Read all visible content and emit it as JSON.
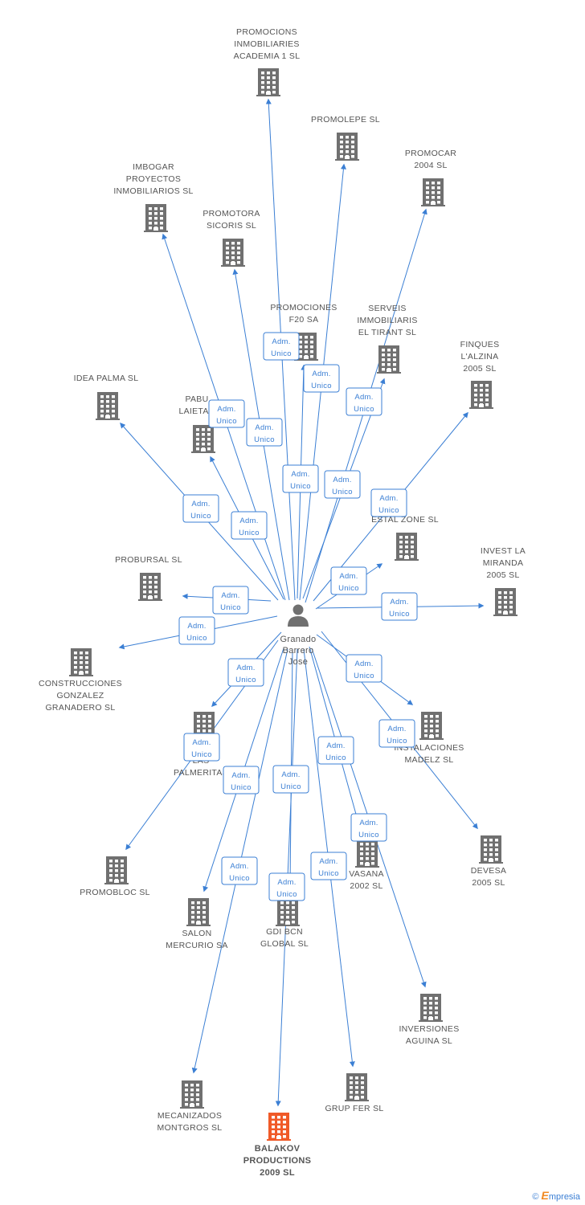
{
  "person": {
    "lines": [
      "Granado",
      "Barrero",
      "Jose"
    ]
  },
  "relation_label": [
    "Adm.",
    "Unico"
  ],
  "colors": {
    "line": "#3b7fd4",
    "building": "#707070",
    "highlight": "#f05a28",
    "text": "#555555"
  },
  "companies": [
    {
      "id": "academia",
      "lines": [
        "PROMOCIONS",
        "INMOBILIARIES",
        "ACADEMIA 1 SL"
      ]
    },
    {
      "id": "promolepe",
      "lines": [
        "PROMOLEPE SL"
      ]
    },
    {
      "id": "promocar",
      "lines": [
        "PROMOCAR",
        "2004 SL"
      ]
    },
    {
      "id": "imbogar",
      "lines": [
        "IMBOGAR",
        "PROYECTOS",
        "INMOBILIARIOS SL"
      ]
    },
    {
      "id": "sicoris",
      "lines": [
        "PROMOTORA",
        "SICORIS SL"
      ]
    },
    {
      "id": "f20",
      "lines": [
        "PROMOCIONES",
        "F20 SA"
      ]
    },
    {
      "id": "tirant",
      "lines": [
        "SERVEIS",
        "IMMOBILIARIS",
        "EL TIRANT SL"
      ]
    },
    {
      "id": "finques",
      "lines": [
        "FINQUES",
        "L'ALZINA",
        "2005 SL"
      ]
    },
    {
      "id": "ideapalma",
      "lines": [
        "IDEA PALMA SL"
      ]
    },
    {
      "id": "pabu",
      "lines": [
        "PABU",
        "LAIETAN"
      ]
    },
    {
      "id": "estal",
      "lines": [
        "ESTAL ZONE SL"
      ]
    },
    {
      "id": "probursal",
      "lines": [
        "PROBURSAL SL"
      ]
    },
    {
      "id": "invest",
      "lines": [
        "INVEST LA",
        "MIRANDA",
        "2005 SL"
      ]
    },
    {
      "id": "gonzalez",
      "lines": [
        "CONSTRUCCIONES",
        "GONZALEZ",
        "GRANADERO SL"
      ]
    },
    {
      "id": "palmeritas",
      "lines": [
        "C           E",
        "LAS",
        "PALMERITAS"
      ]
    },
    {
      "id": "madelz",
      "lines": [
        "INSTALACIONES",
        "MADELZ SL"
      ]
    },
    {
      "id": "devesa",
      "lines": [
        "DEVESA",
        "2005 SL"
      ]
    },
    {
      "id": "promobloc",
      "lines": [
        "PROMOBLOC SL"
      ]
    },
    {
      "id": "salon",
      "lines": [
        "SALON",
        "MERCURIO SA"
      ]
    },
    {
      "id": "gdibcn",
      "lines": [
        "GDI BCN",
        "GLOBAL SL"
      ]
    },
    {
      "id": "vasana",
      "lines": [
        "VASANA",
        "2002 SL"
      ]
    },
    {
      "id": "aguina",
      "lines": [
        "INVERSIONES",
        "AGUINA SL"
      ]
    },
    {
      "id": "montgros",
      "lines": [
        "MECANIZADOS",
        "MONTGROS SL"
      ]
    },
    {
      "id": "balakov",
      "lines": [
        "BALAKOV",
        "PRODUCTIONS",
        "2009 SL"
      ],
      "highlight": true
    },
    {
      "id": "grupfer",
      "lines": [
        "GRUP FER SL"
      ]
    }
  ],
  "credit": {
    "symbol": "©",
    "brand_e": "E",
    "brand_rest": "mpresia"
  }
}
